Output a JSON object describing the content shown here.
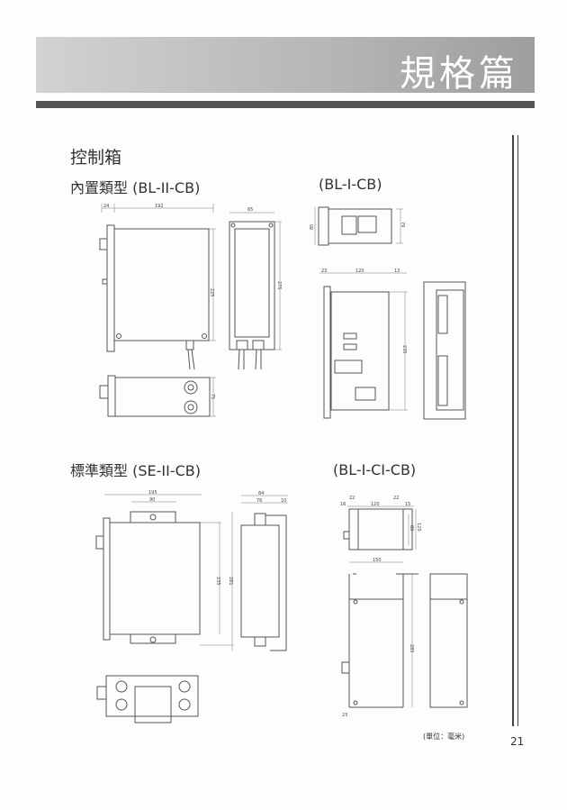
{
  "header": {
    "title": "規格篇"
  },
  "section_title": "控制箱",
  "groups": {
    "bl_ii": {
      "title": "內置類型 (BL-II-CB)",
      "dims": {
        "a": "24",
        "b": "192",
        "c": "225",
        "d": "65",
        "e": "275",
        "f": "75"
      }
    },
    "bl_i": {
      "title": "(BL-I-CB)",
      "dims": {
        "a": "85",
        "b": "79",
        "c": "23",
        "d": "120",
        "e": "13",
        "f": "235"
      }
    },
    "se_ii": {
      "title": "標準類型 (SE-II-CB)",
      "dims": {
        "a": "195",
        "b": "90",
        "c": "235",
        "d": "281",
        "e": "84",
        "f": "76",
        "g": "10"
      }
    },
    "bl_i_ci": {
      "title": "(BL-I-CI-CB)",
      "dims": {
        "a": "16",
        "b": "22",
        "c": "120",
        "d": "22",
        "e": "15",
        "f": "80",
        "g": "120",
        "h": "150",
        "i": "285",
        "j": "23"
      }
    }
  },
  "unit_note": "(單位：毫米)",
  "page_number": "21"
}
